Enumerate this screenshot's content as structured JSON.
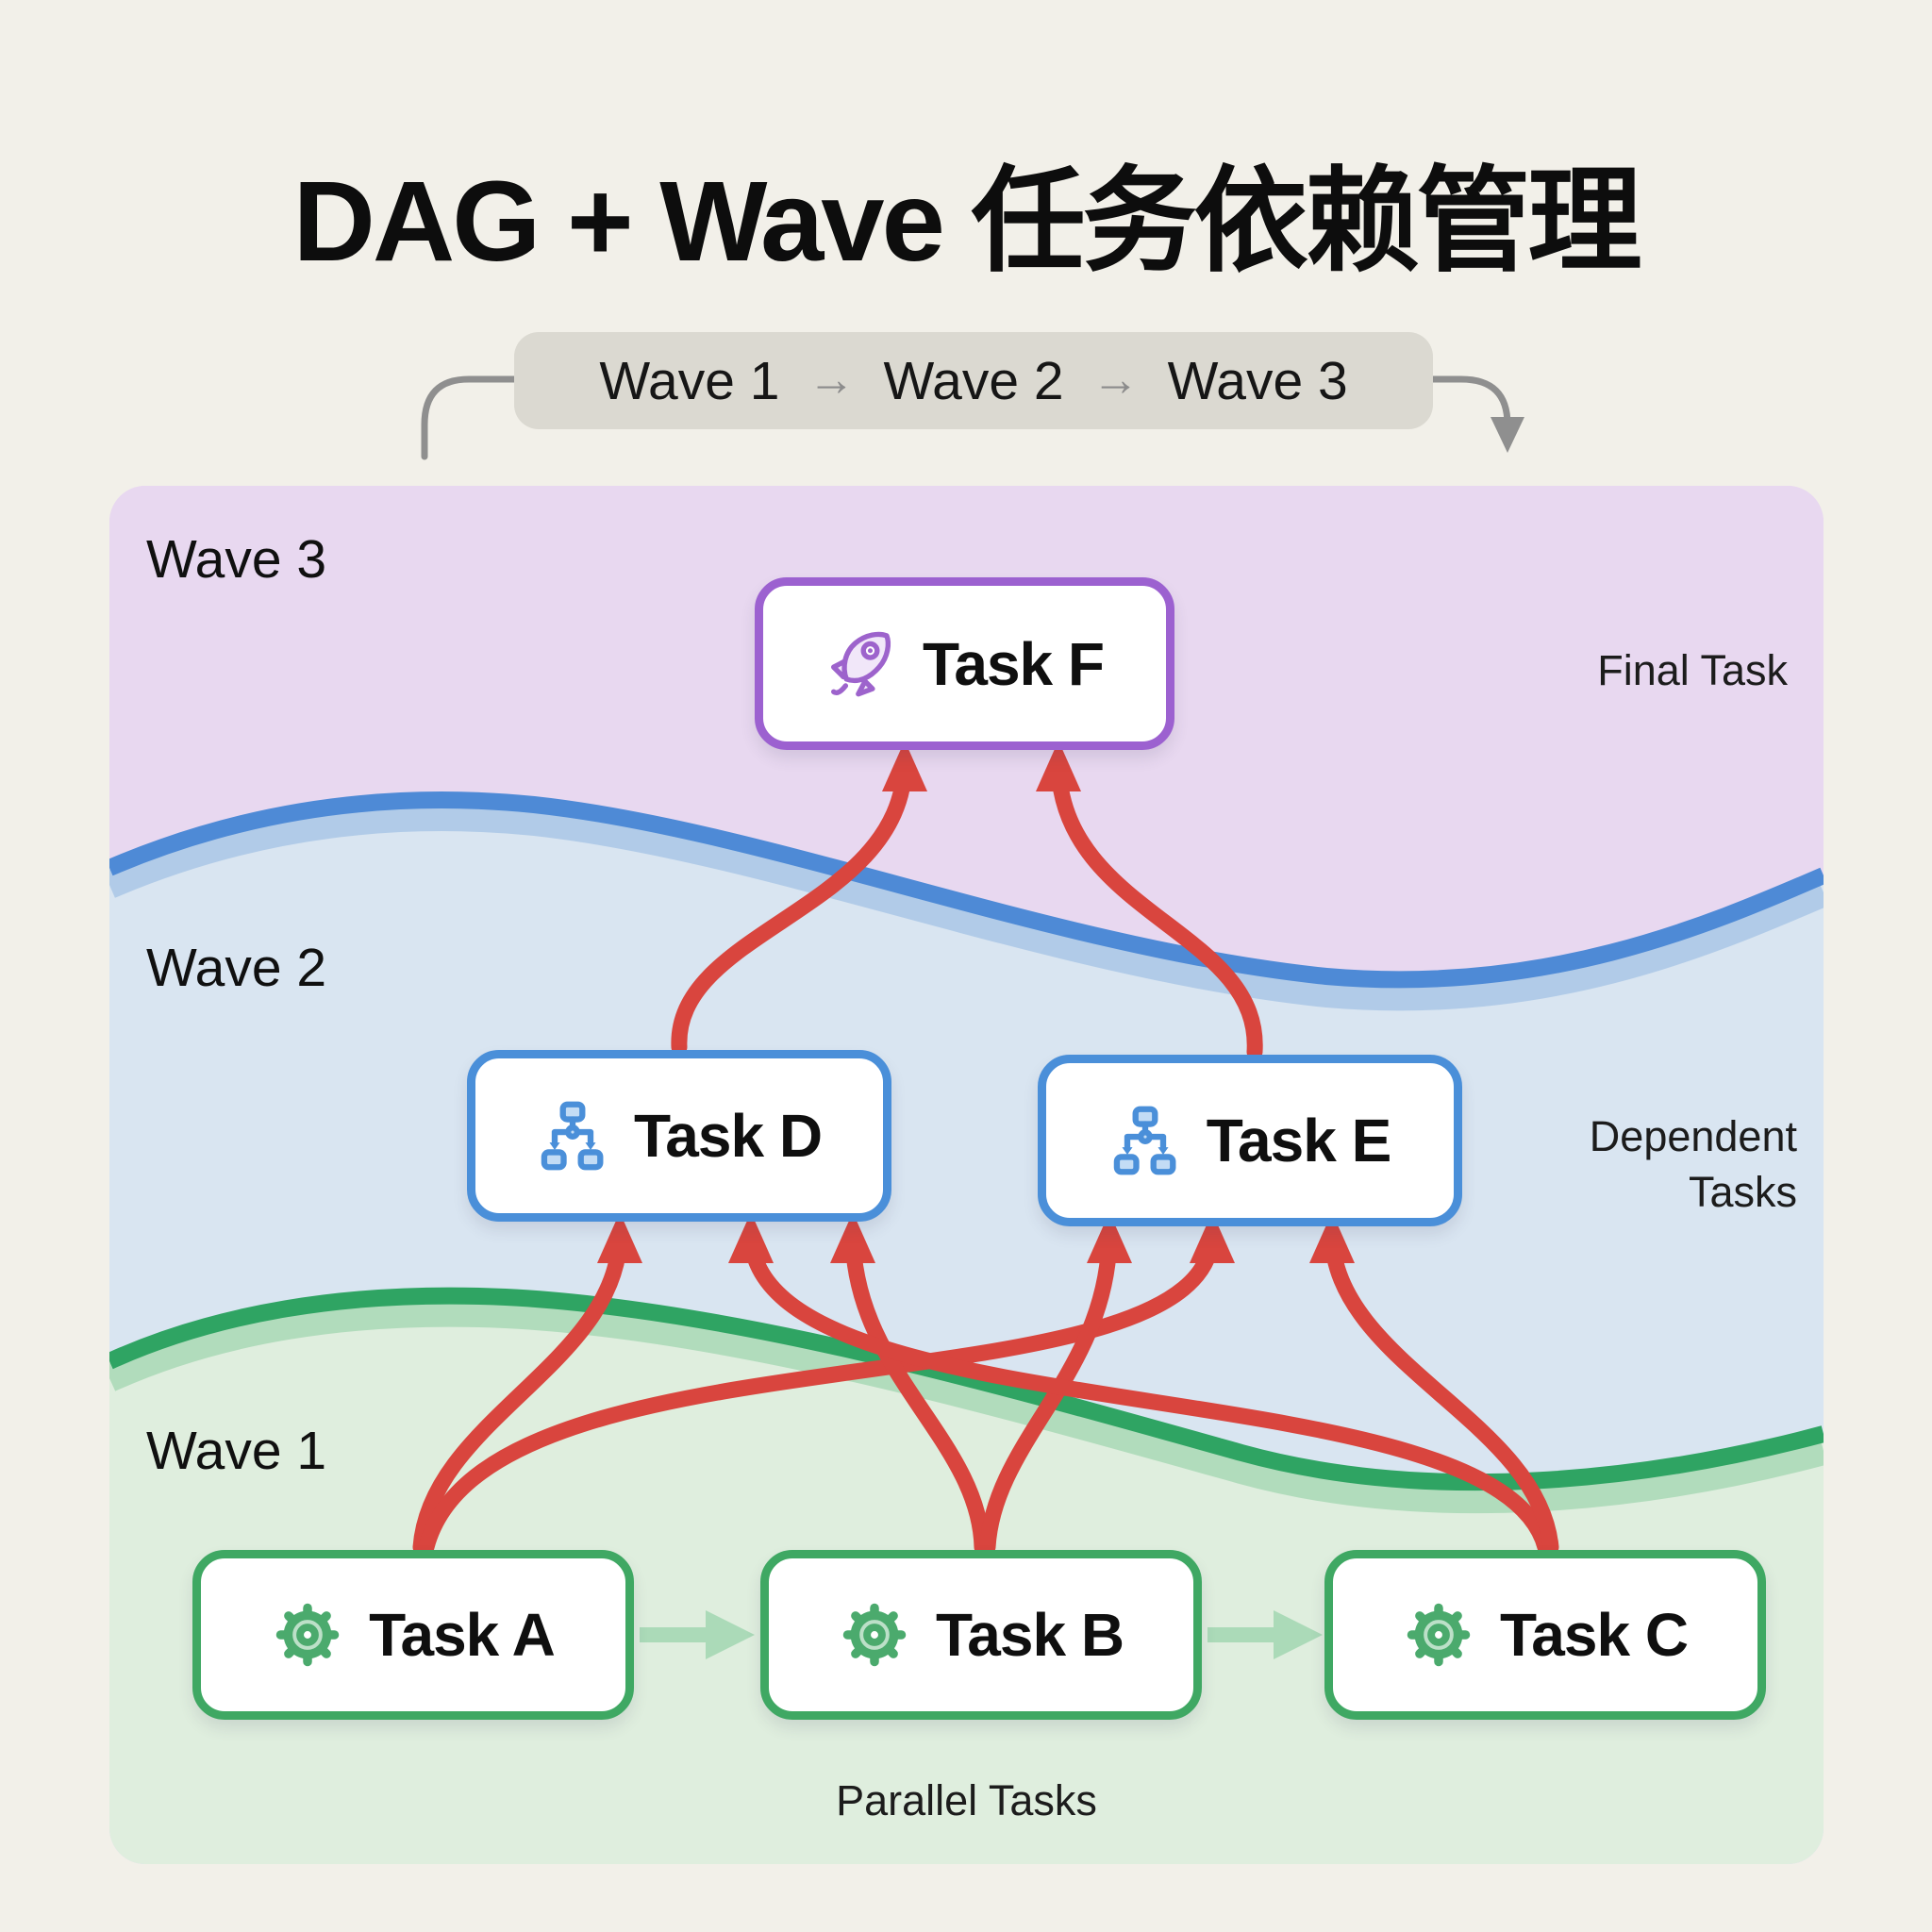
{
  "title": "DAG + Wave 任务依赖管理",
  "flow_pill": {
    "waves": [
      "Wave 1",
      "Wave 2",
      "Wave 3"
    ],
    "arrow": "→"
  },
  "band_labels": {
    "wave3": "Wave 3",
    "wave2": "Wave 2",
    "wave1": "Wave 1"
  },
  "annotations": {
    "final": "Final Task",
    "dependent_line1": "Dependent",
    "dependent_line2": "Tasks",
    "parallel": "Parallel Tasks"
  },
  "tasks": {
    "a": {
      "label": "Task A",
      "icon": "gear",
      "wave": "Wave 1"
    },
    "b": {
      "label": "Task B",
      "icon": "gear",
      "wave": "Wave 1"
    },
    "c": {
      "label": "Task C",
      "icon": "gear",
      "wave": "Wave 1"
    },
    "d": {
      "label": "Task D",
      "icon": "hierarchy",
      "wave": "Wave 2"
    },
    "e": {
      "label": "Task E",
      "icon": "hierarchy",
      "wave": "Wave 2"
    },
    "f": {
      "label": "Task F",
      "icon": "rocket",
      "wave": "Wave 3"
    }
  },
  "edges": {
    "dependencies": [
      "A→D",
      "A→E",
      "B→D",
      "B→E",
      "C→D",
      "C→E",
      "D→F",
      "E→F"
    ],
    "sequence": [
      "A→B",
      "B→C"
    ]
  },
  "colors": {
    "background": "#F2F0E9",
    "band_wave3": "#E8D8F0",
    "band_wave2": "#D9E5F1",
    "band_wave1": "#DFEEDE",
    "wave_stroke_blue": "#4E8AD6",
    "wave_stroke_green": "#2FA463",
    "dependency_arrow_red": "#D9453E",
    "sequence_arrow_green": "#A9D9B6",
    "border_green": "#3FA863",
    "border_blue": "#4A8FD9",
    "border_purple": "#9C61D0",
    "pill_gray": "#DBD9D1",
    "connector_gray": "#8F8F8F"
  }
}
